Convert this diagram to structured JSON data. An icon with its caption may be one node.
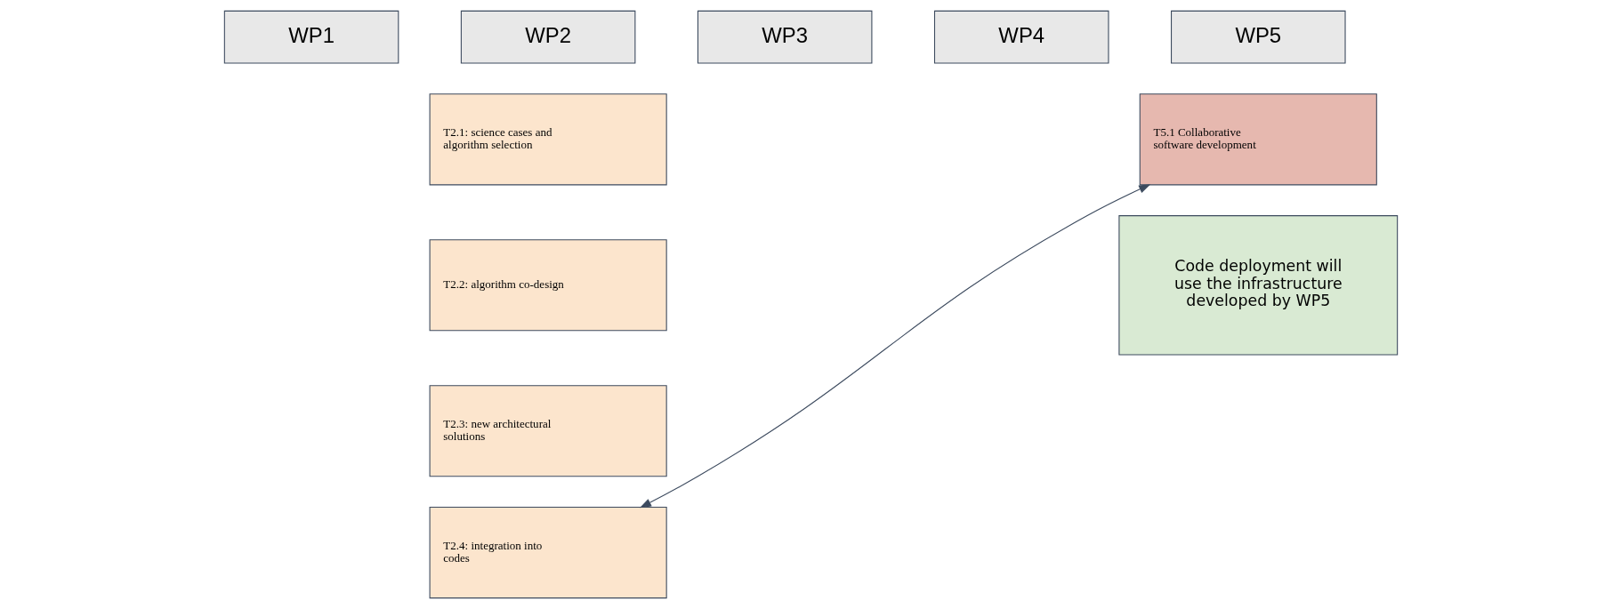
{
  "diagram": {
    "nodes": [
      {
        "text": [
          "WP1"
        ]
      },
      {
        "text": [
          "WP2"
        ]
      },
      {
        "text": [
          "WP3"
        ]
      },
      {
        "text": [
          "WP4"
        ]
      },
      {
        "text": [
          "WP5"
        ]
      },
      {
        "text": [
          "T2.1: science cases and algorithm selection"
        ]
      },
      {
        "text": [
          "T2.2: algorithm co-design"
        ]
      },
      {
        "text": [
          "T2.3: new architectural solutions"
        ]
      },
      {
        "text": [
          "T2.4: integration into codes"
        ]
      },
      {
        "text": [
          "T5.1 Collaborative software development"
        ]
      },
      {
        "text": [
          "Code deployment will use the infrastructure developed by WP5"
        ]
      }
    ],
    "edges": [
      {
        "from": 8,
        "to": 9,
        "arrow": "both"
      }
    ]
  }
}
